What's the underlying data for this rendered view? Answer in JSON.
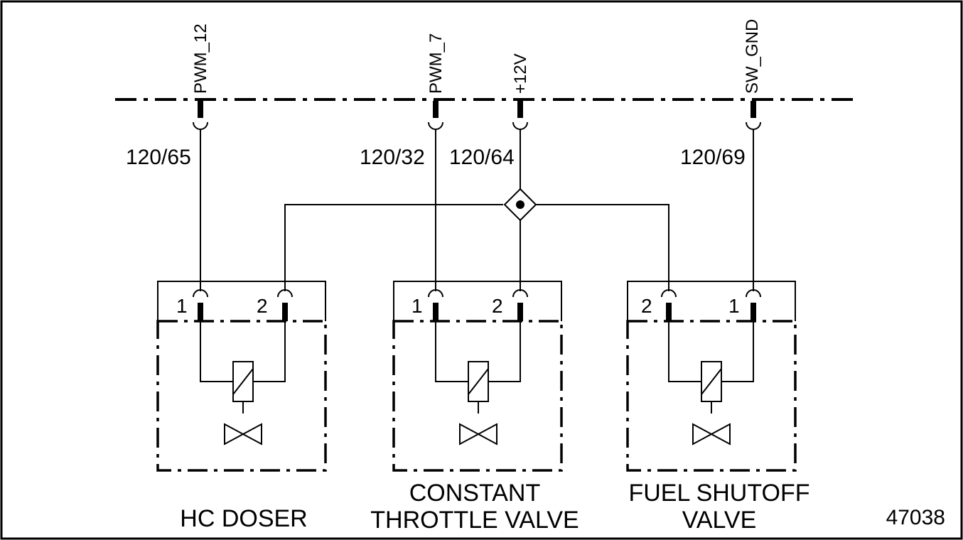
{
  "figure_number": "47038",
  "bus": {
    "signals": [
      {
        "id": "pwm12",
        "label": "PWM_12"
      },
      {
        "id": "pwm7",
        "label": "PWM_7"
      },
      {
        "id": "p12v",
        "label": "+12V"
      },
      {
        "id": "swgnd",
        "label": "SW_GND"
      }
    ]
  },
  "wires": [
    {
      "id": "w65",
      "label": "120/65"
    },
    {
      "id": "w32",
      "label": "120/32"
    },
    {
      "id": "w64",
      "label": "120/64"
    },
    {
      "id": "w69",
      "label": "120/69"
    }
  ],
  "components": [
    {
      "id": "hc-doser",
      "name_lines": [
        "HC DOSER"
      ],
      "pins": [
        "1",
        "2"
      ]
    },
    {
      "id": "constant-throttle-valve",
      "name_lines": [
        "CONSTANT",
        "THROTTLE VALVE"
      ],
      "pins": [
        "1",
        "2"
      ]
    },
    {
      "id": "fuel-shutoff-valve",
      "name_lines": [
        "FUEL SHUTOFF",
        "VALVE"
      ],
      "pins": [
        "2",
        "1"
      ]
    }
  ]
}
